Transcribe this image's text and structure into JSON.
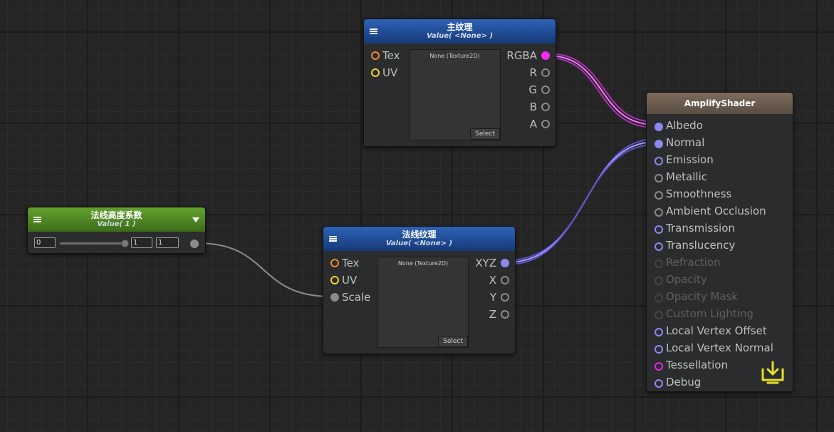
{
  "nodes": {
    "main_texture": {
      "title": "主纹理",
      "subtitle": "Value( <None> )",
      "inputs": [
        "Tex",
        "UV"
      ],
      "outputs": [
        "RGBA",
        "R",
        "G",
        "B",
        "A"
      ],
      "preview_caption": "None (Texture2D)",
      "select_label": "Select"
    },
    "normal_texture": {
      "title": "法线纹理",
      "subtitle": "Value( <None> )",
      "inputs": [
        "Tex",
        "UV",
        "Scale"
      ],
      "outputs": [
        "XYZ",
        "X",
        "Y",
        "Z"
      ],
      "preview_caption": "None (Texture2D)",
      "select_label": "Select"
    },
    "normal_scale": {
      "title": "法线高度系数",
      "subtitle": "Value( 1 )",
      "min_value": "0",
      "max_value": "1",
      "current_value": "1",
      "slider_fraction": 1.0
    },
    "master": {
      "title": "AmplifyShader",
      "inputs": [
        "Albedo",
        "Normal",
        "Emission",
        "Metallic",
        "Smoothness",
        "Ambient Occlusion",
        "Transmission",
        "Translucency",
        "Refraction",
        "Opacity",
        "Opacity Mask",
        "Custom Lighting",
        "Local Vertex Offset",
        "Local Vertex Normal",
        "Tessellation",
        "Debug"
      ]
    }
  },
  "icons": {
    "menu": "hamburger-menu-icon",
    "dropdown": "triangle-down-icon",
    "save": "download-tray-icon"
  },
  "colors": {
    "wire_rgba": "#e23ee6",
    "wire_normal": "#8f84f2",
    "wire_scalar": "#9a9a9a",
    "save_icon": "#e5de2a"
  }
}
